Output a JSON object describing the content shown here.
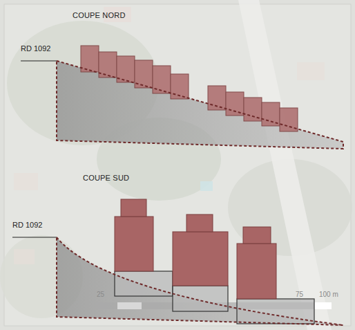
{
  "diagram": {
    "labels": [
      "COUPE NORD",
      "RD 1092",
      "COUPE SUD",
      "RD 1092",
      "25",
      "75",
      "100 m"
    ]
  }
}
